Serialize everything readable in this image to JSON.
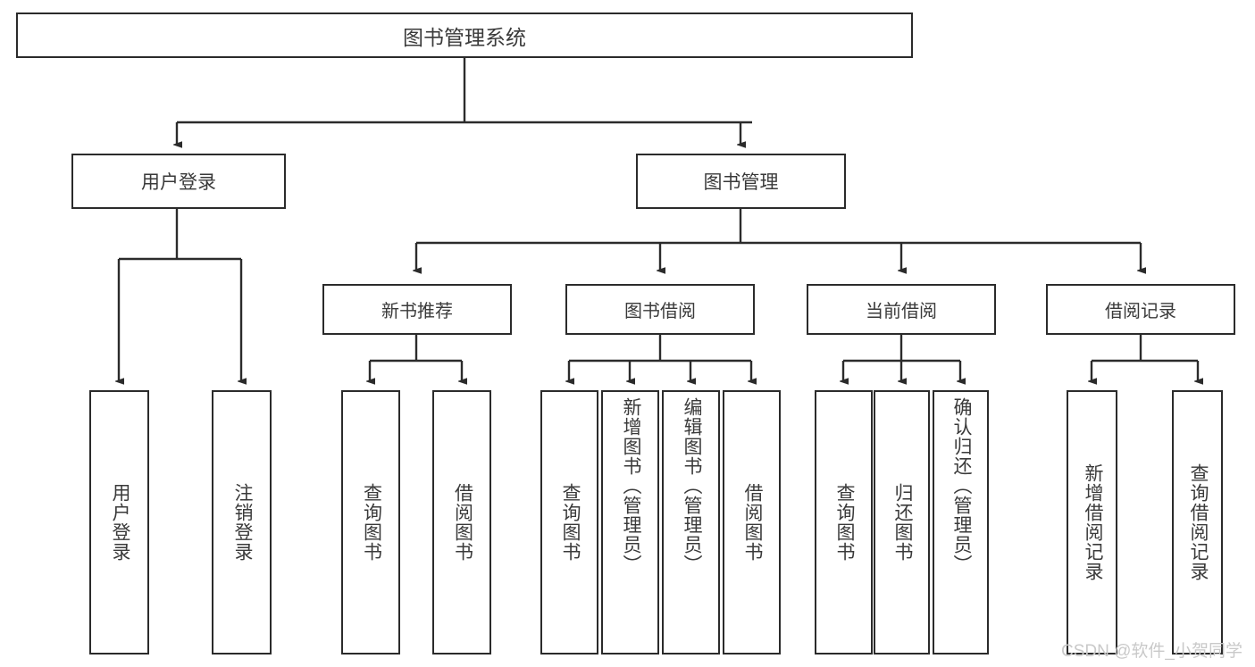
{
  "diagram": {
    "type": "tree",
    "title": "图书管理系统",
    "watermark": "CSDN @软件_小贺同学",
    "colors": {
      "border": "#2b2b2b",
      "text": "#3a3a3a",
      "background": "#ffffff",
      "watermark": "#c9c9c9"
    },
    "root": {
      "label": "图书管理系统"
    },
    "level1": [
      {
        "label": "用户登录"
      },
      {
        "label": "图书管理"
      }
    ],
    "level2": [
      {
        "label": "新书推荐"
      },
      {
        "label": "图书借阅"
      },
      {
        "label": "当前借阅"
      },
      {
        "label": "借阅记录"
      }
    ],
    "leaves": {
      "user_login": [
        {
          "label": "用户登录"
        },
        {
          "label": "注销登录"
        }
      ],
      "new_book_recommend": [
        {
          "label": "查询图书"
        },
        {
          "label": "借阅图书"
        }
      ],
      "book_borrow": [
        {
          "label": "查询图书"
        },
        {
          "label": "新增图书（管理员）"
        },
        {
          "label": "编辑图书（管理员）"
        },
        {
          "label": "借阅图书"
        }
      ],
      "current_borrow": [
        {
          "label": "查询图书"
        },
        {
          "label": "归还图书"
        },
        {
          "label": "确认归还（管理员）"
        }
      ],
      "borrow_record": [
        {
          "label": "新增借阅记录"
        },
        {
          "label": "查询借阅记录"
        }
      ]
    }
  }
}
